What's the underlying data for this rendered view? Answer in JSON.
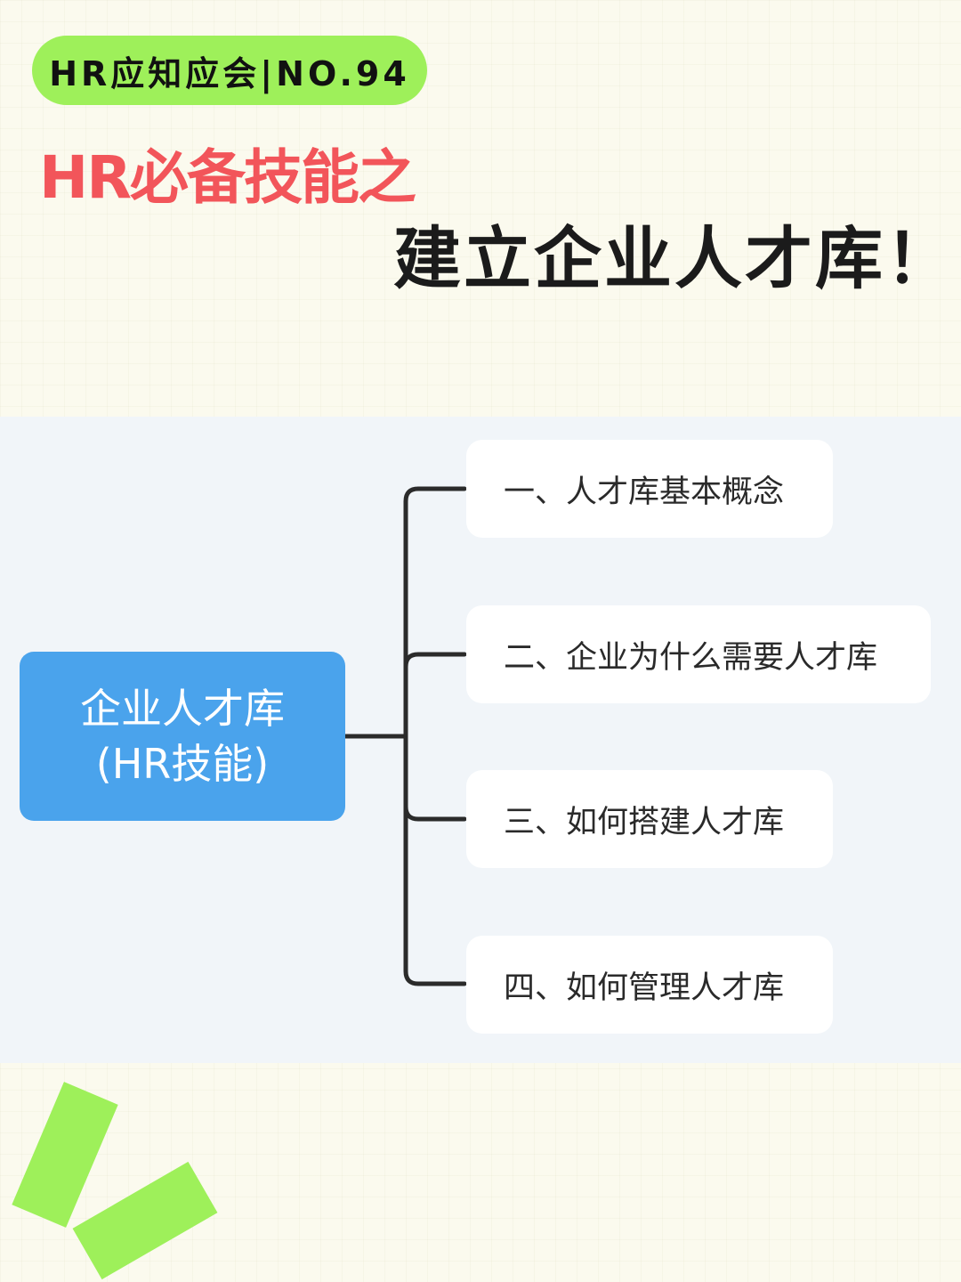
{
  "series_tag": "HR应知应会|NO.94",
  "headline": {
    "line1": "HR必备技能之",
    "line2": "建立企业人才库！"
  },
  "mindmap": {
    "root": {
      "line1": "企业人才库",
      "line2": "(HR技能)"
    },
    "branches": [
      {
        "label": "一、人才库基本概念"
      },
      {
        "label": "二、企业为什么需要人才库"
      },
      {
        "label": "三、如何搭建人才库"
      },
      {
        "label": "四、如何管理人才库"
      }
    ]
  },
  "colors": {
    "accent_green": "#9ef05a",
    "headline_red": "#f2555a",
    "root_blue": "#4aa3ec",
    "connector": "#2b2b2b"
  }
}
